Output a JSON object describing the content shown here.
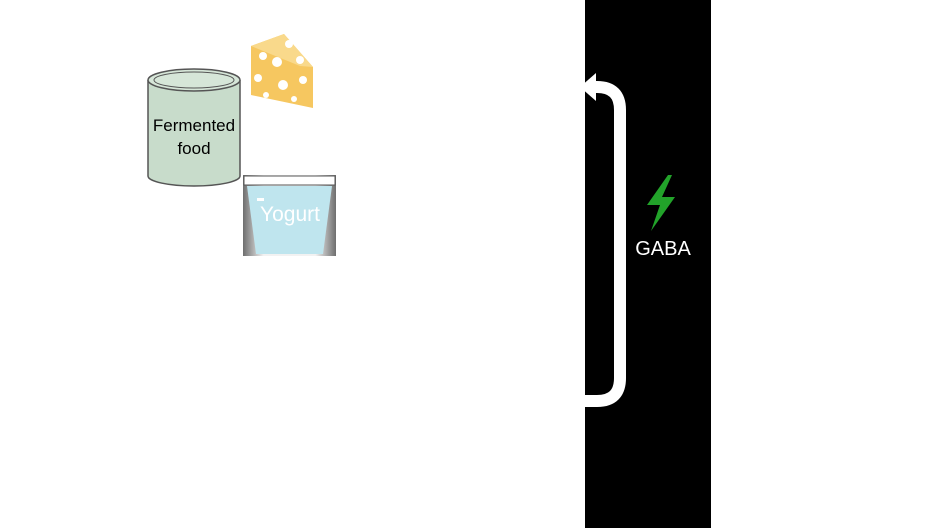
{
  "colors": {
    "background": "#ffffff",
    "panel": "#000000",
    "can_fill": "#c8dccb",
    "cheese": "#f6c760",
    "cheese_holes": "#ffffff",
    "yogurt": "#bfe5ee",
    "bolt": "#22a32a",
    "arrow": "#ffffff"
  },
  "icons": {
    "cheese": "cheese-icon",
    "can": "fermented-food-can-icon",
    "yogurt": "yogurt-cup-icon",
    "bolt": "lightning-bolt-icon",
    "arrow": "loop-arrow-icon"
  },
  "labels": {
    "fermented_food_line1": "Fermented",
    "fermented_food_line2": "food",
    "yogurt": "Yogurt",
    "gaba": "GABA"
  }
}
